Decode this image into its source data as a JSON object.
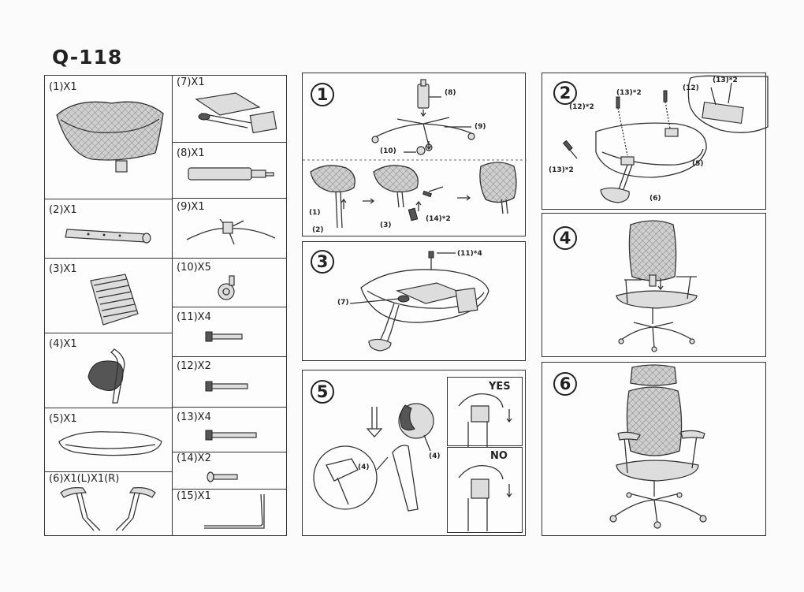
{
  "model": "Q-118",
  "parts": [
    {
      "label": "(1)X1",
      "icon": "mesh-seat-icon"
    },
    {
      "label": "(2)X1",
      "icon": "seat-bracket-icon"
    },
    {
      "label": "(3)X1",
      "icon": "lumbar-pad-icon"
    },
    {
      "label": "(4)X1",
      "icon": "headrest-support-icon"
    },
    {
      "label": "(5)X1",
      "icon": "seat-cushion-icon"
    },
    {
      "label": "(6)X1(L)X1(R)",
      "icon": "armrests-icon"
    },
    {
      "label": "(7)X1",
      "icon": "tilt-mechanism-icon"
    },
    {
      "label": "(8)X1",
      "icon": "gas-lift-icon"
    },
    {
      "label": "(9)X1",
      "icon": "star-base-icon"
    },
    {
      "label": "(10)X5",
      "icon": "caster-icon"
    },
    {
      "label": "(11)X4",
      "icon": "short-bolt-icon"
    },
    {
      "label": "(12)X2",
      "icon": "medium-bolt-icon"
    },
    {
      "label": "(13)X4",
      "icon": "long-bolt-icon"
    },
    {
      "label": "(14)X2",
      "icon": "screw-icon"
    },
    {
      "label": "(15)X1",
      "icon": "allen-key-icon"
    }
  ],
  "steps": [
    {
      "number": "1",
      "callouts": [
        "(8)",
        "(9)",
        "(10)",
        "(1)",
        "(2)",
        "(3)",
        "(14)*2"
      ]
    },
    {
      "number": "2",
      "callouts": [
        "(13)*2",
        "(12)*2",
        "(12)",
        "(13)*2",
        "(13)*2",
        "(5)",
        "(6)"
      ]
    },
    {
      "number": "3",
      "callouts": [
        "(11)*4",
        "(7)"
      ]
    },
    {
      "number": "4",
      "callouts": []
    },
    {
      "number": "5",
      "callouts": [
        "(4)",
        "(4)"
      ],
      "yes_label": "YES",
      "no_label": "NO"
    },
    {
      "number": "6",
      "callouts": []
    }
  ]
}
